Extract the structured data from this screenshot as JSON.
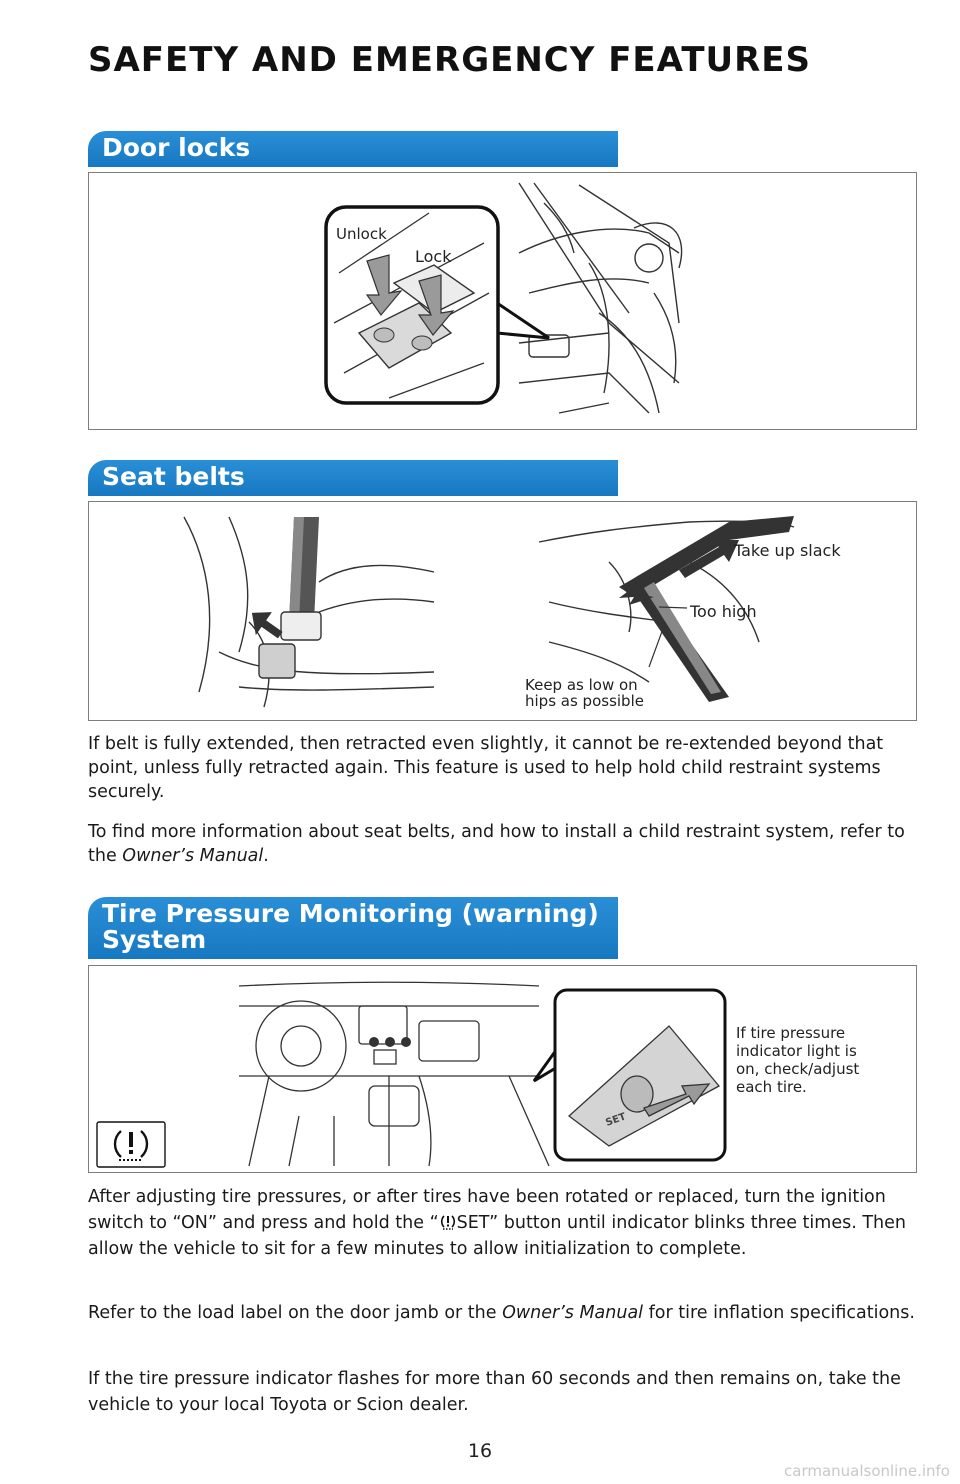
{
  "page": {
    "title": "SAFETY AND EMERGENCY FEATURES",
    "number": "16",
    "watermark": "carmanualsonline.info"
  },
  "door_locks": {
    "heading": "Door locks",
    "label_unlock": "Unlock",
    "label_lock": "Lock"
  },
  "seat_belts": {
    "heading": "Seat belts",
    "label_take_up_slack": "Take up slack",
    "label_too_high": "Too high",
    "label_keep_low_line1": "Keep as low on",
    "label_keep_low_line2": "hips as possible",
    "paragraph1": "If belt is fully extended, then retracted even slightly, it cannot be re-extended beyond that point, unless fully retracted again. This feature is used to help hold child restraint systems securely.",
    "paragraph2_before": "To find more information about seat belts, and how to install a child restraint system, refer to the ",
    "paragraph2_em": "Owner’s Manual",
    "paragraph2_after": "."
  },
  "tpms": {
    "heading_line1": "Tire Pressure Monitoring (warning)",
    "heading_line2": "System",
    "note_line1": "If tire pressure",
    "note_line2": "indicator light is",
    "note_line3": "on, check/adjust",
    "note_line4": "each tire.",
    "button_label": "SET",
    "paragraph1_before": "After adjusting tire pressures, or after tires have been rotated or replaced, turn the ignition switch to “ON” and press and hold the “",
    "paragraph1_after": "SET” button until indicator blinks three times. Then allow the vehicle to sit for a few minutes to allow initialization to complete.",
    "paragraph2_before": "Refer to the load label on the door jamb or the ",
    "paragraph2_em": "Owner’s Manual",
    "paragraph2_after": " for tire inflation specifications.",
    "paragraph3": "If the tire pressure indicator flashes for more than 60 seconds and then remains on, take the vehicle to your local Toyota or Scion dealer."
  }
}
